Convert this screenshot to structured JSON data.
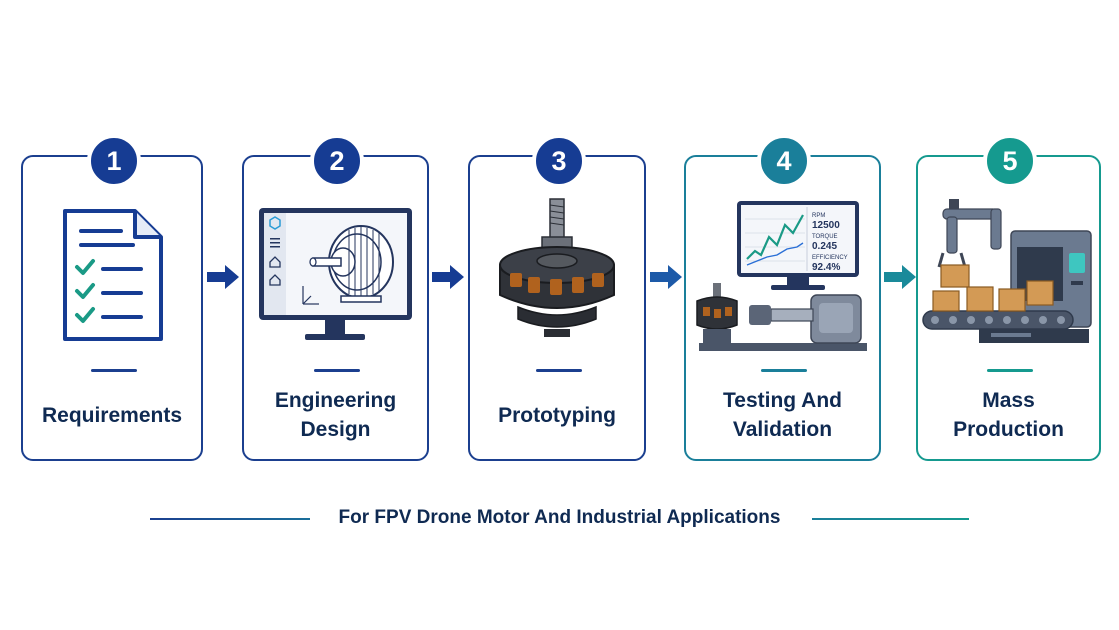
{
  "steps": [
    {
      "number": "1",
      "label": "Requirements",
      "icon": "checklist-document-icon"
    },
    {
      "number": "2",
      "label": "Engineering\nDesign",
      "icon": "cad-monitor-icon"
    },
    {
      "number": "3",
      "label": "Prototyping",
      "icon": "brushless-motor-icon"
    },
    {
      "number": "4",
      "label": "Testing And\nValidation",
      "icon": "test-bench-icon"
    },
    {
      "number": "5",
      "label": "Mass\nProduction",
      "icon": "production-line-icon"
    }
  ],
  "test_readout": {
    "rpm_label": "RPM",
    "rpm_value": "12500",
    "torque_label": "TORQUE",
    "torque_value": "0.245",
    "efficiency_label": "EFFICIENCY",
    "efficiency_value": "92.4%"
  },
  "footer": {
    "text": "For FPV Drone Motor And Industrial Applications"
  },
  "colors": {
    "navy": "#163c93",
    "teal": "#1a7f9a",
    "green": "#159a8f",
    "text": "#0f2a52"
  }
}
